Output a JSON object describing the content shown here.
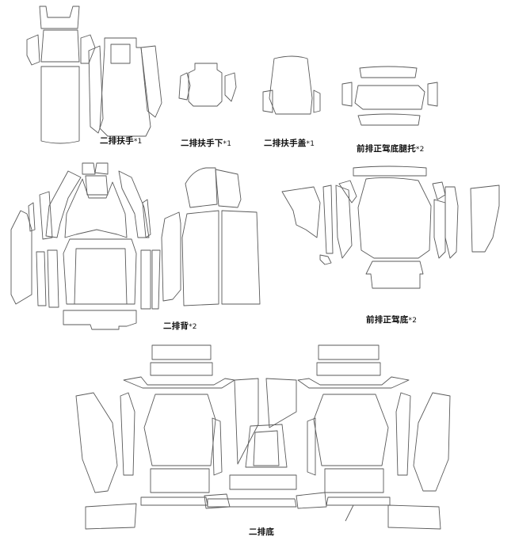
{
  "labels": {
    "rear_armrest": "二排扶手",
    "rear_armrest_qty": "*1",
    "rear_armrest_lower": "二排扶手下",
    "rear_armrest_lower_qty": "*1",
    "rear_armrest_cover": "二排扶手盖",
    "rear_armrest_cover_qty": "*1",
    "front_seat_leg_rest": "前排正驾底腿托",
    "front_seat_leg_rest_qty": "*2",
    "rear_back": "二排背",
    "rear_back_qty": "*2",
    "front_seat_base": "前排正驾底",
    "front_seat_base_qty": "*2",
    "rear_base": "二排底"
  }
}
